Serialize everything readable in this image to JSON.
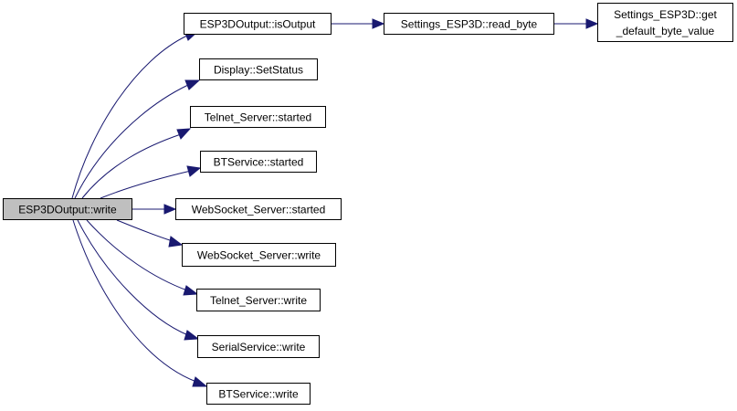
{
  "nodes": {
    "root": {
      "lines": [
        "ESP3DOutput::write"
      ],
      "fill": "#bfbfbf"
    },
    "is_output": {
      "lines": [
        "ESP3DOutput::isOutput"
      ]
    },
    "read_byte": {
      "lines": [
        "Settings_ESP3D::read_byte"
      ]
    },
    "get_default_byte_value": {
      "lines": [
        "Settings_ESP3D::get",
        "_default_byte_value"
      ]
    },
    "display_set_status": {
      "lines": [
        "Display::SetStatus"
      ]
    },
    "telnet_started": {
      "lines": [
        "Telnet_Server::started"
      ]
    },
    "bt_started": {
      "lines": [
        "BTService::started"
      ]
    },
    "websocket_started": {
      "lines": [
        "WebSocket_Server::started"
      ]
    },
    "websocket_write": {
      "lines": [
        "WebSocket_Server::write"
      ]
    },
    "telnet_write": {
      "lines": [
        "Telnet_Server::write"
      ]
    },
    "serial_write": {
      "lines": [
        "SerialService::write"
      ]
    },
    "bt_write": {
      "lines": [
        "BTService::write"
      ]
    }
  },
  "colors": {
    "edge": "#191970",
    "node_fill": "#ffffff",
    "root_fill": "#bfbfbf",
    "border": "#000000"
  }
}
